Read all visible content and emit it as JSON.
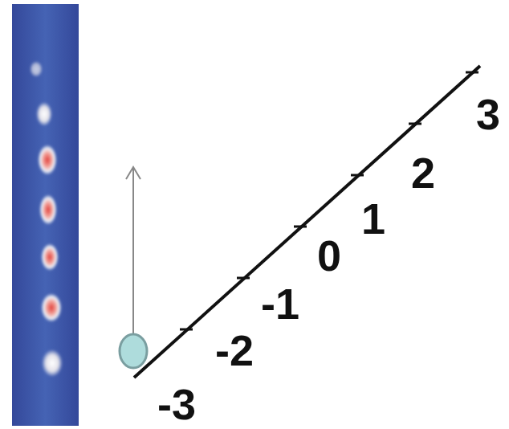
{
  "diagram": {
    "labels": [
      "-3",
      "-2",
      "-1",
      "0",
      "1",
      "2",
      "3"
    ]
  }
}
